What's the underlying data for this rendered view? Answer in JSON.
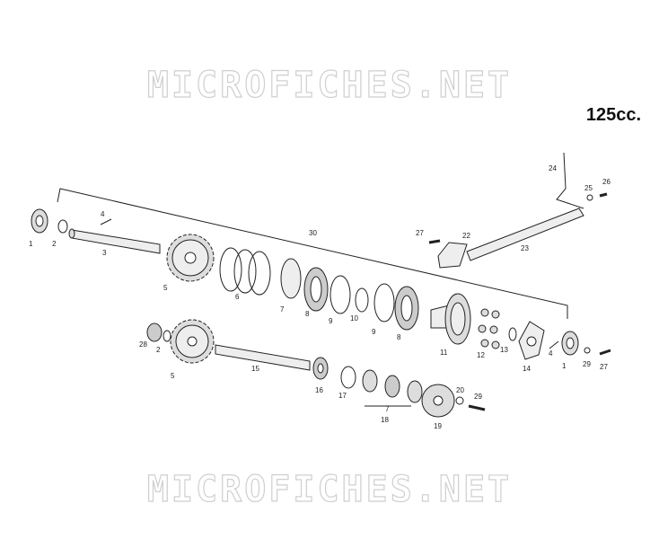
{
  "watermark": {
    "text": "MICROFICHES.NET"
  },
  "engine_label": "125cc.",
  "callouts": [
    "1",
    "2",
    "3",
    "4",
    "30",
    "5",
    "6",
    "7",
    "8",
    "9",
    "10",
    "9",
    "8",
    "11",
    "12",
    "13",
    "14",
    "4",
    "1",
    "29",
    "27",
    "24",
    "25",
    "26",
    "27",
    "22",
    "23",
    "28",
    "2",
    "5",
    "15",
    "16",
    "17",
    "18",
    "7",
    "20",
    "29",
    "19"
  ]
}
